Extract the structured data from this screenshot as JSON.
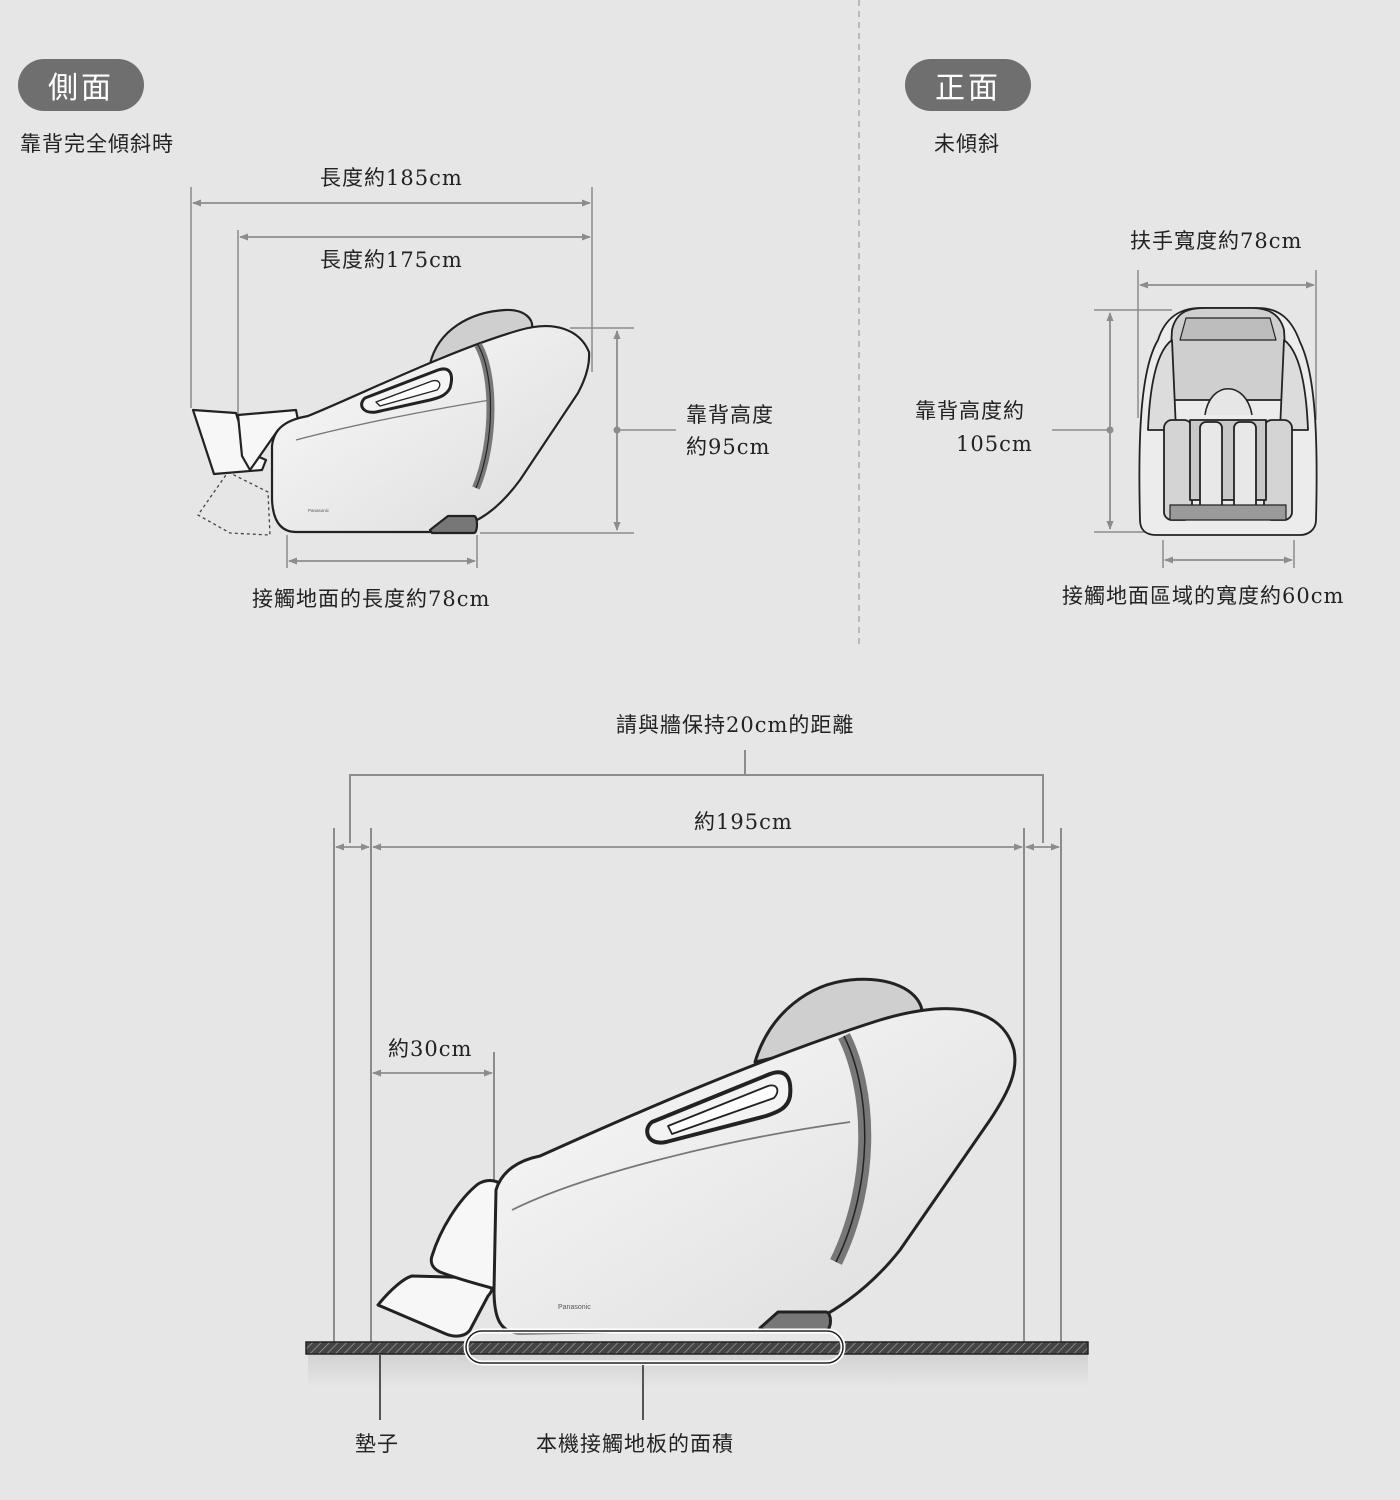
{
  "side_view": {
    "badge": "側面",
    "subtitle": "靠背完全傾斜時",
    "length_outer": "長度約185cm",
    "length_inner": "長度約175cm",
    "back_height_line1": "靠背高度",
    "back_height_line2": "約95cm",
    "floor_contact": "接觸地面的長度約78cm"
  },
  "front_view": {
    "badge": "正面",
    "subtitle": "未傾斜",
    "armrest_width": "扶手寬度約78cm",
    "back_height_line1": "靠背高度約",
    "back_height_line2": "105cm",
    "floor_width": "接觸地面區域的寬度約60cm"
  },
  "room_view": {
    "wall_clearance": "請與牆保持20cm的距離",
    "total_length": "約195cm",
    "foot_clearance": "約30cm",
    "mat_label": "墊子",
    "contact_area_label": "本機接觸地板的面積"
  },
  "brand_mark": "Panasonic",
  "colors": {
    "background": "#e6e6e6",
    "badge": "#6f6f6f",
    "dimension_line": "#8c8c8c",
    "outline": "#222222",
    "band": "#777777"
  }
}
